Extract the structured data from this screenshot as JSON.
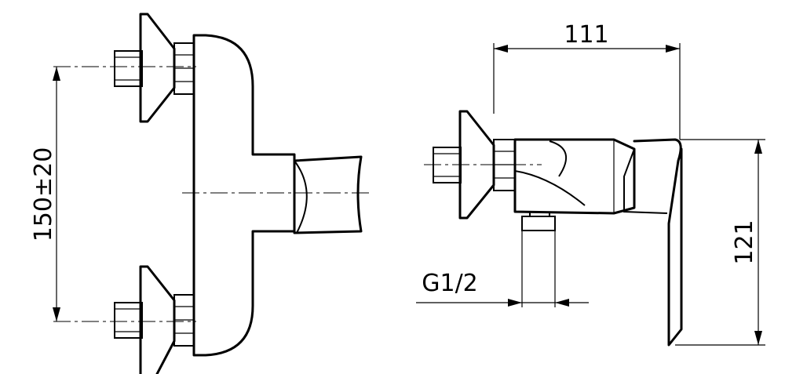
{
  "dimensions": {
    "spacing": "150±20",
    "width": "111",
    "height": "121",
    "thread": "G1/2"
  }
}
